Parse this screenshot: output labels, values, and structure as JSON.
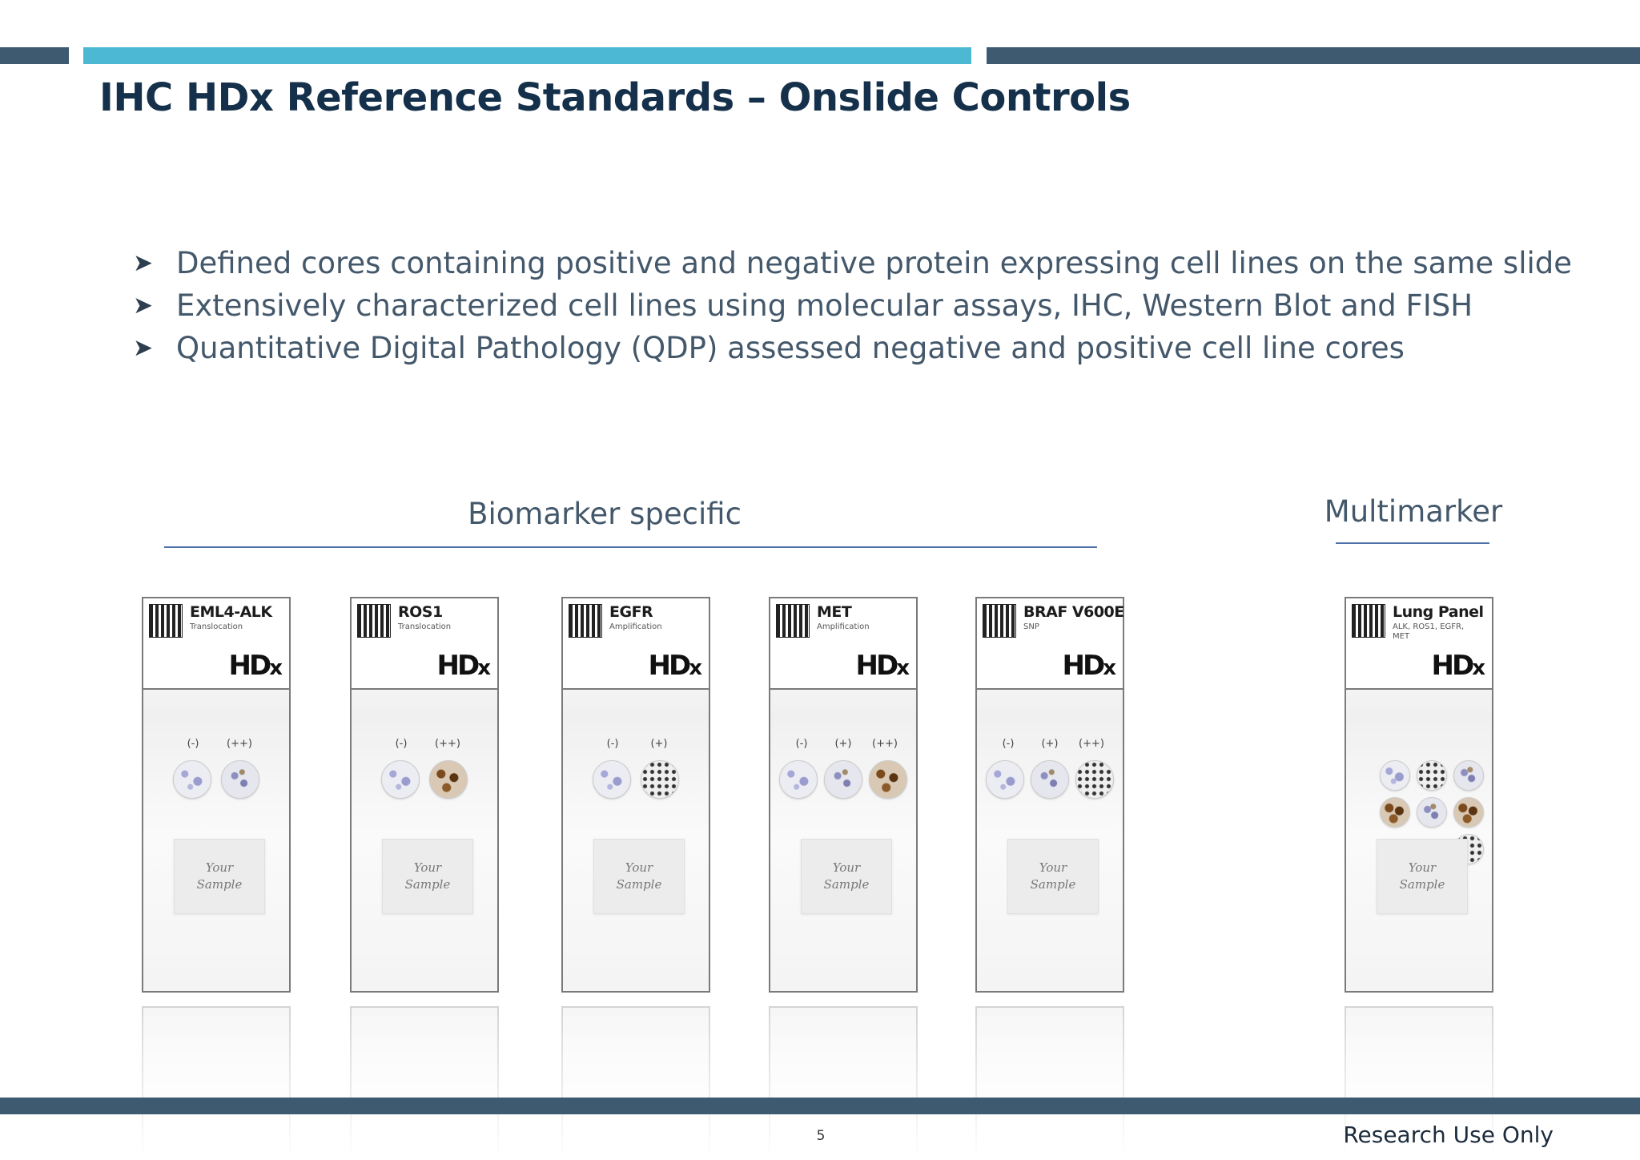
{
  "slide": {
    "title": "IHC HDx Reference Standards – Onslide Controls",
    "bullets": [
      "Defined cores containing positive and negative protein expressing cell lines on the same slide",
      "Extensively characterized cell lines using molecular assays, IHC, Western Blot and FISH",
      "Quantitative Digital Pathology (QDP) assessed negative and positive cell line cores"
    ],
    "bullet_icon": "arrowhead-bullet-icon",
    "section_biomarker": "Biomarker specific",
    "section_multimarker": "Multimarker",
    "page_number": "5",
    "footer_note": "Research Use Only"
  },
  "slides": [
    {
      "name": "EML4-ALK",
      "subtitle": "Translocation",
      "logo": "HD",
      "logo_x": "x",
      "grades": [
        "(-)",
        "(++)"
      ],
      "sample": [
        "Your",
        "Sample"
      ]
    },
    {
      "name": "ROS1",
      "subtitle": "Translocation",
      "logo": "HD",
      "logo_x": "x",
      "grades": [
        "(-)",
        "(++)"
      ],
      "sample": [
        "Your",
        "Sample"
      ]
    },
    {
      "name": "EGFR",
      "subtitle": "Amplification",
      "logo": "HD",
      "logo_x": "x",
      "grades": [
        "(-)",
        "(+)"
      ],
      "sample": [
        "Your",
        "Sample"
      ]
    },
    {
      "name": "MET",
      "subtitle": "Amplification",
      "logo": "HD",
      "logo_x": "x",
      "grades": [
        "(-)",
        "(+)",
        "(++)"
      ],
      "sample": [
        "Your",
        "Sample"
      ]
    },
    {
      "name": "BRAF V600E",
      "subtitle": "SNP",
      "logo": "HD",
      "logo_x": "x",
      "grades": [
        "(-)",
        "(+)",
        "(++)"
      ],
      "sample": [
        "Your",
        "Sample"
      ]
    },
    {
      "name": "Lung Panel",
      "subtitle": "ALK, ROS1, EGFR, MET",
      "logo": "HD",
      "logo_x": "x",
      "grades": [],
      "sample": [
        "Your",
        "Sample"
      ]
    }
  ],
  "colors": {
    "title": "#14304a",
    "bar_dark": "#3d5a70",
    "bar_accent": "#4cb8d4",
    "rule": "#4f73a8"
  }
}
